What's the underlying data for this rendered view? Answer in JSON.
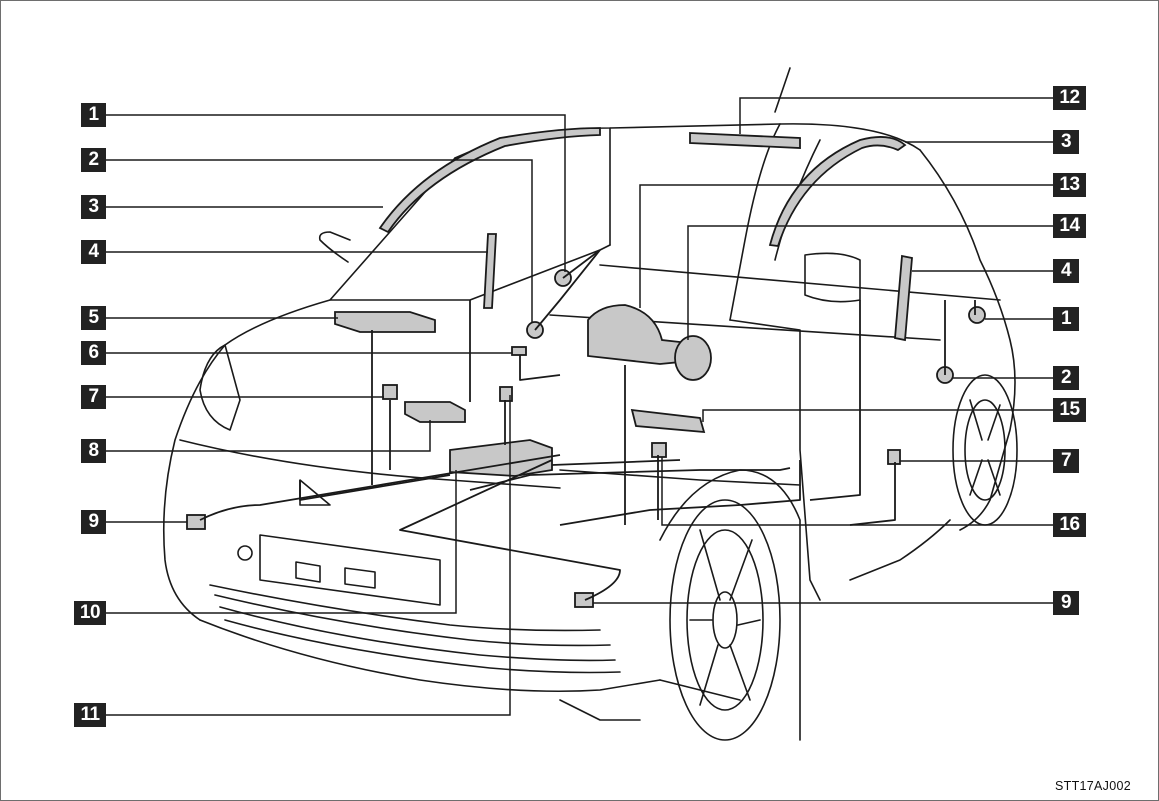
{
  "figure_code": "STT17AJ002",
  "colors": {
    "badge_bg": "#222222",
    "badge_text": "#ffffff",
    "line": "#1a1a1a",
    "component": "#c8c8c8"
  },
  "callouts": [
    {
      "id": "left-1",
      "label": "1"
    },
    {
      "id": "left-2",
      "label": "2"
    },
    {
      "id": "left-3",
      "label": "3"
    },
    {
      "id": "left-4",
      "label": "4"
    },
    {
      "id": "left-5",
      "label": "5"
    },
    {
      "id": "left-6",
      "label": "6"
    },
    {
      "id": "left-7",
      "label": "7"
    },
    {
      "id": "left-8",
      "label": "8"
    },
    {
      "id": "left-9",
      "label": "9"
    },
    {
      "id": "left-10",
      "label": "10"
    },
    {
      "id": "left-11",
      "label": "11"
    },
    {
      "id": "right-12",
      "label": "12"
    },
    {
      "id": "right-3",
      "label": "3"
    },
    {
      "id": "right-13",
      "label": "13"
    },
    {
      "id": "right-14",
      "label": "14"
    },
    {
      "id": "right-4",
      "label": "4"
    },
    {
      "id": "right-1",
      "label": "1"
    },
    {
      "id": "right-2",
      "label": "2"
    },
    {
      "id": "right-15",
      "label": "15"
    },
    {
      "id": "right-7",
      "label": "7"
    },
    {
      "id": "right-16",
      "label": "16"
    },
    {
      "id": "right-9",
      "label": "9"
    }
  ]
}
